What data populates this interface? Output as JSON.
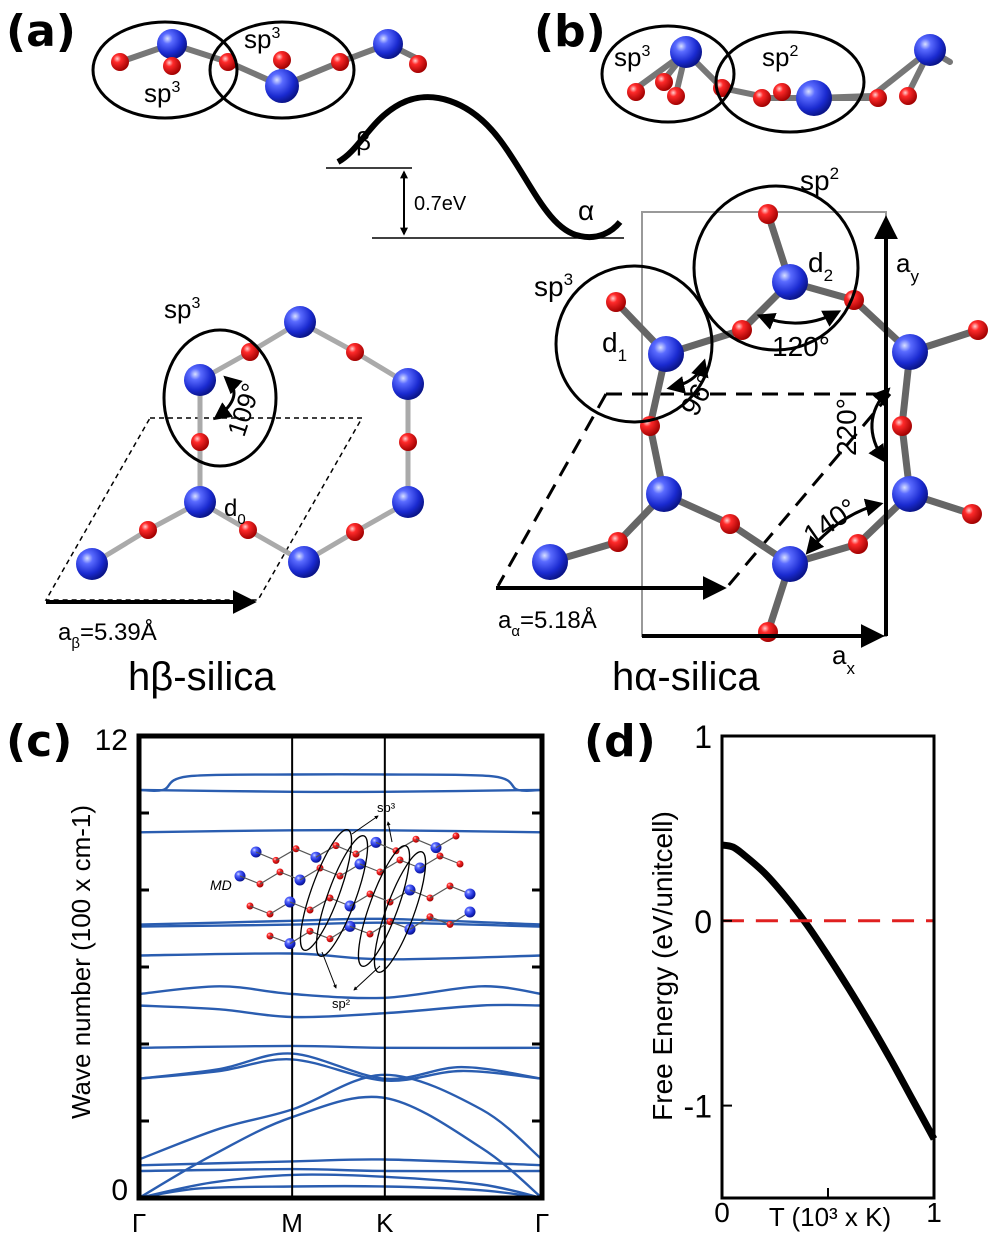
{
  "panels": {
    "a": {
      "label": "(a)",
      "name": "hβ-silica",
      "lattice": "aβ=5.39Å",
      "lattice_sub": "β",
      "lattice_val": "=5.39Å",
      "hyb_top_left": "sp",
      "hyb_top_right": "sp",
      "hyb_sup": "3",
      "hyb_struct": "sp",
      "angle": "109°",
      "bond": "d",
      "bond_sub": "0"
    },
    "b": {
      "label": "(b)",
      "name": "hα-silica",
      "lattice_sub": "α",
      "lattice_val": "=5.18Å",
      "hyb_top_left": "sp",
      "hyb_top_left_sup": "3",
      "hyb_top_right": "sp",
      "hyb_top_right_sup": "2",
      "hyb_sp2": "sp",
      "hyb_sp2_sup": "2",
      "hyb_sp3": "sp",
      "hyb_sp3_sup": "3",
      "d1": "d",
      "d1_sub": "1",
      "d2": "d",
      "d2_sub": "2",
      "angles": [
        "120°",
        "96°",
        "220°",
        "140°"
      ],
      "ax": "a",
      "ax_sub": "x",
      "ay": "a",
      "ay_sub": "y"
    },
    "barrier": {
      "beta": "β",
      "alpha": "α",
      "energy": "0.7eV"
    },
    "c": {
      "label": "(c)",
      "inset_md": "MD",
      "inset_sp3": "sp³",
      "inset_sp2": "sp²"
    },
    "d": {
      "label": "(d)"
    }
  },
  "chart_data": [
    {
      "type": "line",
      "panel": "c",
      "ylabel": "Wave number (100 x cm-1)",
      "xticks": [
        "Γ",
        "M",
        "K",
        "Γ"
      ],
      "ylim": [
        0,
        12
      ],
      "yticks_labeled": [
        0,
        12
      ],
      "x_stops": [
        0,
        0.38,
        0.61,
        1.0
      ],
      "series": [
        {
          "values": [
            [
              0,
              10.6
            ],
            [
              0.06,
              10.6
            ],
            [
              0.12,
              10.95
            ],
            [
              0.38,
              11.0
            ],
            [
              0.61,
              11.0
            ],
            [
              0.88,
              10.95
            ],
            [
              0.94,
              10.6
            ],
            [
              1.0,
              10.6
            ]
          ]
        },
        {
          "values": [
            [
              0,
              10.6
            ],
            [
              0.38,
              10.55
            ],
            [
              0.61,
              10.55
            ],
            [
              1.0,
              10.6
            ]
          ]
        },
        {
          "values": [
            [
              0,
              9.5
            ],
            [
              0.38,
              9.55
            ],
            [
              0.61,
              9.55
            ],
            [
              1.0,
              9.5
            ]
          ]
        },
        {
          "values": [
            [
              0,
              7.1
            ],
            [
              0.38,
              7.2
            ],
            [
              0.61,
              7.25
            ],
            [
              1.0,
              7.1
            ]
          ]
        },
        {
          "values": [
            [
              0,
              7.05
            ],
            [
              0.38,
              7.1
            ],
            [
              0.61,
              7.15
            ],
            [
              1.0,
              7.05
            ]
          ]
        },
        {
          "values": [
            [
              0,
              6.3
            ],
            [
              0.38,
              6.35
            ],
            [
              0.61,
              6.2
            ],
            [
              1.0,
              6.3
            ]
          ]
        },
        {
          "values": [
            [
              0,
              5.3
            ],
            [
              0.2,
              5.5
            ],
            [
              0.38,
              5.3
            ],
            [
              0.61,
              5.2
            ],
            [
              0.85,
              5.5
            ],
            [
              1.0,
              5.3
            ]
          ]
        },
        {
          "values": [
            [
              0,
              5.0
            ],
            [
              0.2,
              4.9
            ],
            [
              0.38,
              4.7
            ],
            [
              0.61,
              4.8
            ],
            [
              0.85,
              5.0
            ],
            [
              1.0,
              5.0
            ]
          ]
        },
        {
          "values": [
            [
              0,
              3.9
            ],
            [
              0.38,
              3.95
            ],
            [
              0.61,
              3.9
            ],
            [
              1.0,
              3.9
            ]
          ]
        },
        {
          "values": [
            [
              0,
              3.1
            ],
            [
              0.2,
              3.35
            ],
            [
              0.38,
              3.75
            ],
            [
              0.61,
              3.1
            ],
            [
              0.8,
              3.4
            ],
            [
              1.0,
              3.1
            ]
          ]
        },
        {
          "values": [
            [
              0,
              3.1
            ],
            [
              0.2,
              3.3
            ],
            [
              0.38,
              3.6
            ],
            [
              0.61,
              3.05
            ],
            [
              0.8,
              3.3
            ],
            [
              1.0,
              3.1
            ]
          ]
        },
        {
          "values": [
            [
              0,
              1.0
            ],
            [
              0.2,
              1.8
            ],
            [
              0.38,
              2.3
            ],
            [
              0.61,
              3.2
            ],
            [
              0.85,
              2.3
            ],
            [
              1.0,
              1.0
            ]
          ]
        },
        {
          "values": [
            [
              0,
              0.0
            ],
            [
              0.18,
              1.1
            ],
            [
              0.38,
              2.1
            ],
            [
              0.61,
              2.6
            ],
            [
              0.85,
              1.3
            ],
            [
              1.0,
              0.0
            ]
          ]
        },
        {
          "values": [
            [
              0,
              0.85
            ],
            [
              0.38,
              0.95
            ],
            [
              0.61,
              1.0
            ],
            [
              1.0,
              0.85
            ]
          ]
        },
        {
          "values": [
            [
              0,
              0.7
            ],
            [
              0.38,
              0.75
            ],
            [
              0.61,
              0.7
            ],
            [
              1.0,
              0.7
            ]
          ]
        },
        {
          "values": [
            [
              0,
              0.0
            ],
            [
              0.18,
              0.4
            ],
            [
              0.38,
              0.6
            ],
            [
              0.61,
              0.55
            ],
            [
              0.85,
              0.35
            ],
            [
              1.0,
              0.0
            ]
          ]
        },
        {
          "values": [
            [
              0,
              0.0
            ],
            [
              0.15,
              0.25
            ],
            [
              0.38,
              0.3
            ],
            [
              0.61,
              0.3
            ],
            [
              0.85,
              0.2
            ],
            [
              1.0,
              0.0
            ]
          ]
        }
      ]
    },
    {
      "type": "line",
      "panel": "d",
      "ylabel": "Free Energy (eV/unitcell)",
      "xlabel": "T (10³ x K)",
      "xlim": [
        0,
        1
      ],
      "ylim": [
        -1.5,
        1
      ],
      "xticks": [
        0,
        1
      ],
      "yticks": [
        1,
        0,
        -1
      ],
      "series": [
        {
          "color": "#000000",
          "style": "solid",
          "values": [
            [
              0,
              0.41
            ],
            [
              0.05,
              0.4
            ],
            [
              0.1,
              0.36
            ],
            [
              0.2,
              0.26
            ],
            [
              0.3,
              0.13
            ],
            [
              0.4,
              -0.02
            ],
            [
              0.5,
              -0.19
            ],
            [
              0.6,
              -0.37
            ],
            [
              0.7,
              -0.56
            ],
            [
              0.8,
              -0.76
            ],
            [
              0.9,
              -0.97
            ],
            [
              1.0,
              -1.18
            ]
          ]
        },
        {
          "color": "#e02020",
          "style": "dashed",
          "values": [
            [
              0,
              0
            ],
            [
              1,
              0
            ]
          ]
        }
      ]
    }
  ]
}
